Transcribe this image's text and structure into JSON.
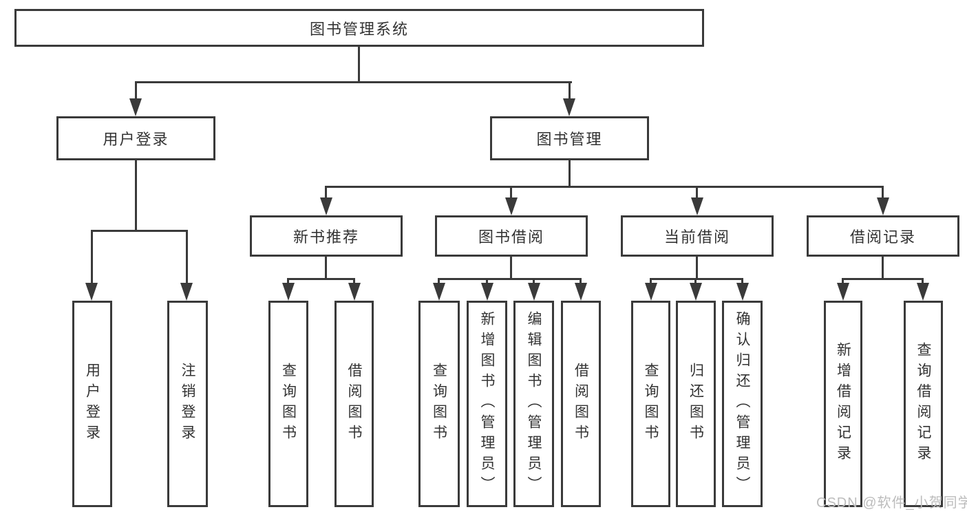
{
  "colors": {
    "line": "#3a3a3a",
    "box_border": "#3a3a3a",
    "text": "#333333",
    "background": "#ffffff",
    "watermark": "#bcbcbc"
  },
  "root": {
    "label": "图书管理系统"
  },
  "branches": {
    "user_login": {
      "label": "用户登录",
      "children": [
        {
          "label": "用户登录"
        },
        {
          "label": "注销登录"
        }
      ]
    },
    "book_mgmt": {
      "label": "图书管理",
      "groups": [
        {
          "label": "新书推荐",
          "children": [
            {
              "label": "查询图书"
            },
            {
              "label": "借阅图书"
            }
          ]
        },
        {
          "label": "图书借阅",
          "children": [
            {
              "label": "查询图书"
            },
            {
              "label": "新增图书（管理员）"
            },
            {
              "label": "编辑图书（管理员）"
            },
            {
              "label": "借阅图书"
            }
          ]
        },
        {
          "label": "当前借阅",
          "children": [
            {
              "label": "查询图书"
            },
            {
              "label": "归还图书"
            },
            {
              "label": "确认归还（管理员）"
            }
          ]
        },
        {
          "label": "借阅记录",
          "children": [
            {
              "label": "新增借阅记录"
            },
            {
              "label": "查询借阅记录"
            }
          ]
        }
      ]
    }
  },
  "watermark": {
    "text": "CSDN @软件_小贺同学"
  }
}
